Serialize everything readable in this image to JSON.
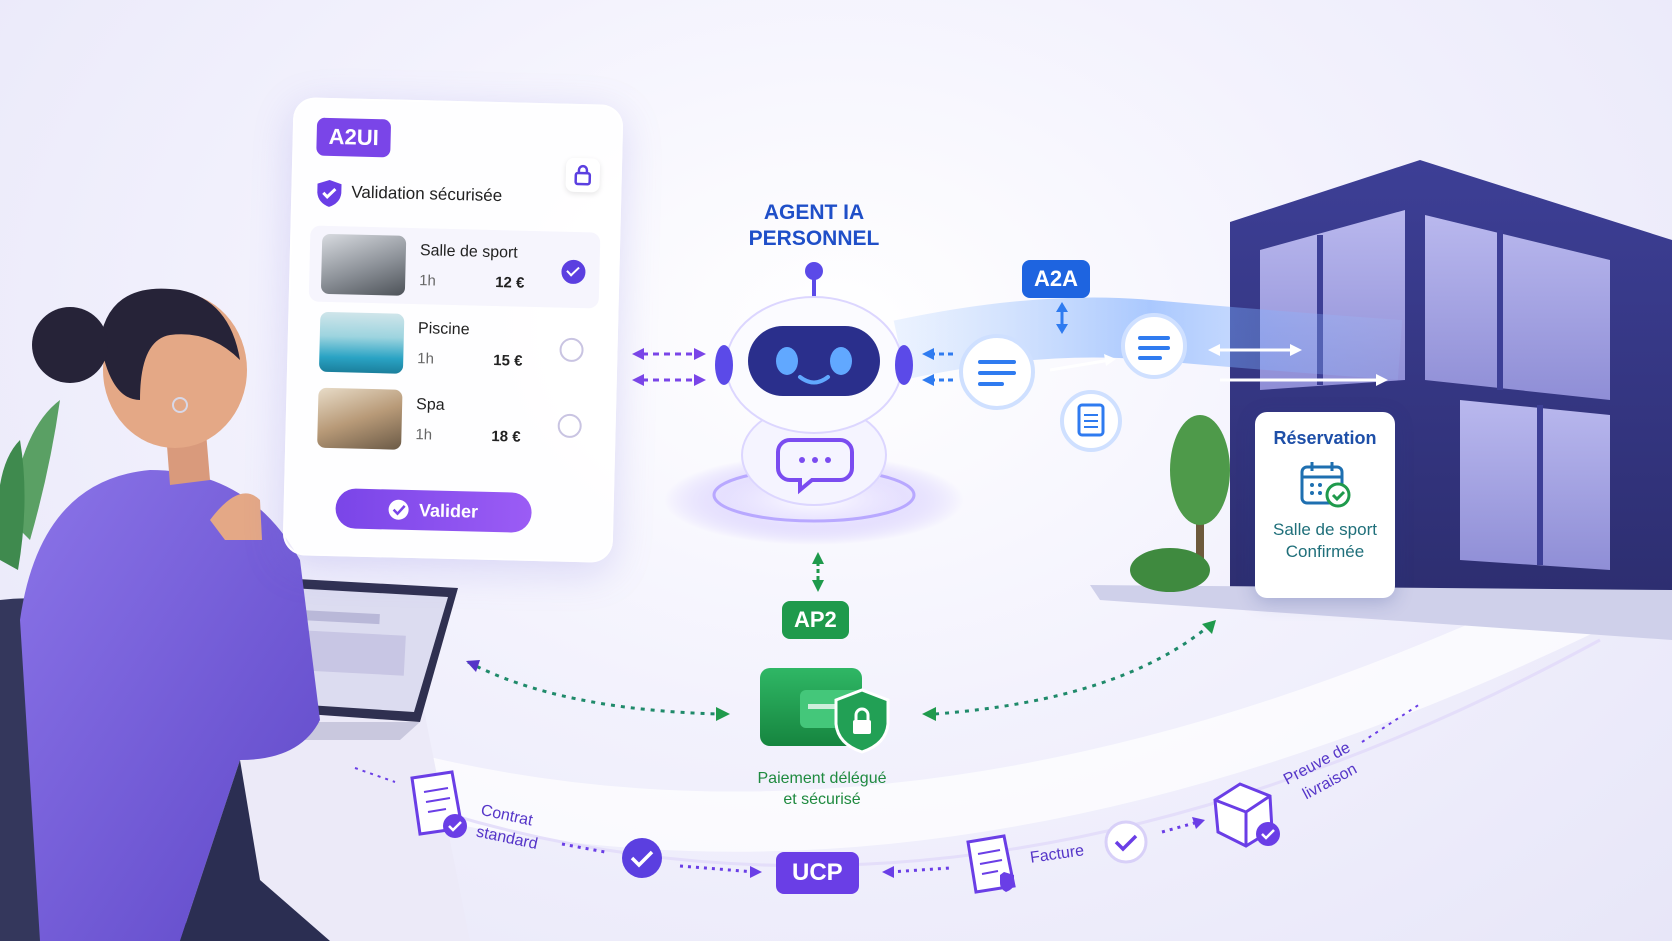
{
  "a2ui_card": {
    "badge": "A2UI",
    "validation_title": "Validation sécurisée",
    "options": [
      {
        "name": "Salle de sport",
        "duration": "1h",
        "price": "12 €",
        "selected": true
      },
      {
        "name": "Piscine",
        "duration": "1h",
        "price": "15 €",
        "selected": false
      },
      {
        "name": "Spa",
        "duration": "1h",
        "price": "18 €",
        "selected": false
      }
    ],
    "validate_label": "Valider"
  },
  "agent": {
    "title_line1": "AGENT IA",
    "title_line2": "PERSONNEL"
  },
  "protocols": {
    "a2a": "A2A",
    "ap2": "AP2",
    "ucp": "UCP"
  },
  "payment": {
    "line1": "Paiement délégué",
    "line2": "et sécurisé"
  },
  "reservation": {
    "title": "Réservation",
    "line1": "Salle de sport",
    "line2": "Confirmée"
  },
  "flow_labels": {
    "contract_line1": "Contrat",
    "contract_line2": "standard",
    "invoice": "Facture",
    "proof_line1": "Preuve de",
    "proof_line2": "livraison"
  },
  "colors": {
    "purple": "#6a3ee6",
    "blue": "#1e64e0",
    "green": "#1f9a4c",
    "navy": "#3a3f8f"
  }
}
